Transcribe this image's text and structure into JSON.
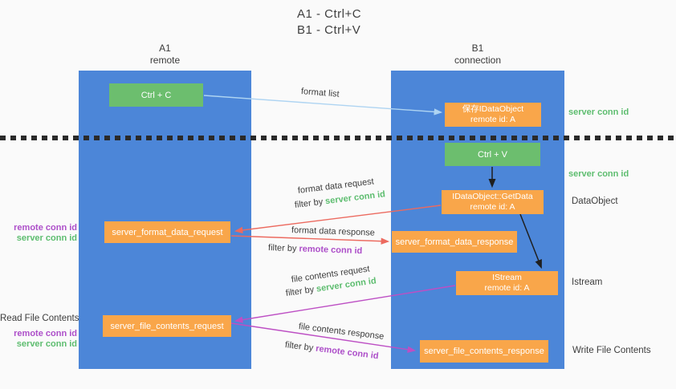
{
  "title": {
    "line1": "A1 - Ctrl+C",
    "line2": "B1 - Ctrl+V"
  },
  "lanes": {
    "left": {
      "name": "A1",
      "subtitle": "remote"
    },
    "right": {
      "name": "B1",
      "subtitle": "connection"
    }
  },
  "nodes": {
    "ctrl_c": "Ctrl + C",
    "save_idataobject": {
      "line1": "保存IDataObject",
      "line2": "remote id: A"
    },
    "ctrl_v": "Ctrl + V",
    "getdata": {
      "line1": "IDataObject::GetData",
      "line2": "remote id: A"
    },
    "format_request": "server_format_data_request",
    "format_response": "server_format_data_response",
    "istream": {
      "line1": "IStream",
      "line2": "remote id: A"
    },
    "file_request": "server_file_contents_request",
    "file_response": "server_file_contents_response"
  },
  "arrow_labels": {
    "format_list": "format list",
    "format_data_request": {
      "text": "format data request",
      "filter_prefix": "filter by",
      "filter_key": "server conn id"
    },
    "format_data_response": {
      "text": "format data response",
      "filter_prefix": "filter by",
      "filter_key": "remote conn id"
    },
    "file_contents_request": {
      "text": "file contents request",
      "filter_prefix": "filter by",
      "filter_key": "server conn id"
    },
    "file_contents_response": {
      "text": "file contents response",
      "filter_prefix": "filter by",
      "filter_key": "remote conn id"
    }
  },
  "side_labels": {
    "server_conn_id_top": "server conn id",
    "server_conn_id_mid": "server conn id",
    "dataobject": "DataObject",
    "istream": "Istream",
    "write_file_contents": "Write File Contents",
    "read_file_contents": "Read File Contents",
    "format_remote_conn_id": "remote conn id",
    "format_server_conn_id": "server conn id",
    "file_remote_conn_id": "remote conn id",
    "file_server_conn_id": "server conn id"
  },
  "colors": {
    "lane_blue": "#4c86d8",
    "node_green": "#6cbe6e",
    "node_orange": "#f9a64a",
    "arrow_red": "#ec6a5f",
    "arrow_magenta": "#bd4fc4",
    "arrow_light_blue": "#aed4f2",
    "arrow_black": "#1f1f1f",
    "text_green": "#5dbd6f",
    "text_purple": "#ad4fc9"
  }
}
